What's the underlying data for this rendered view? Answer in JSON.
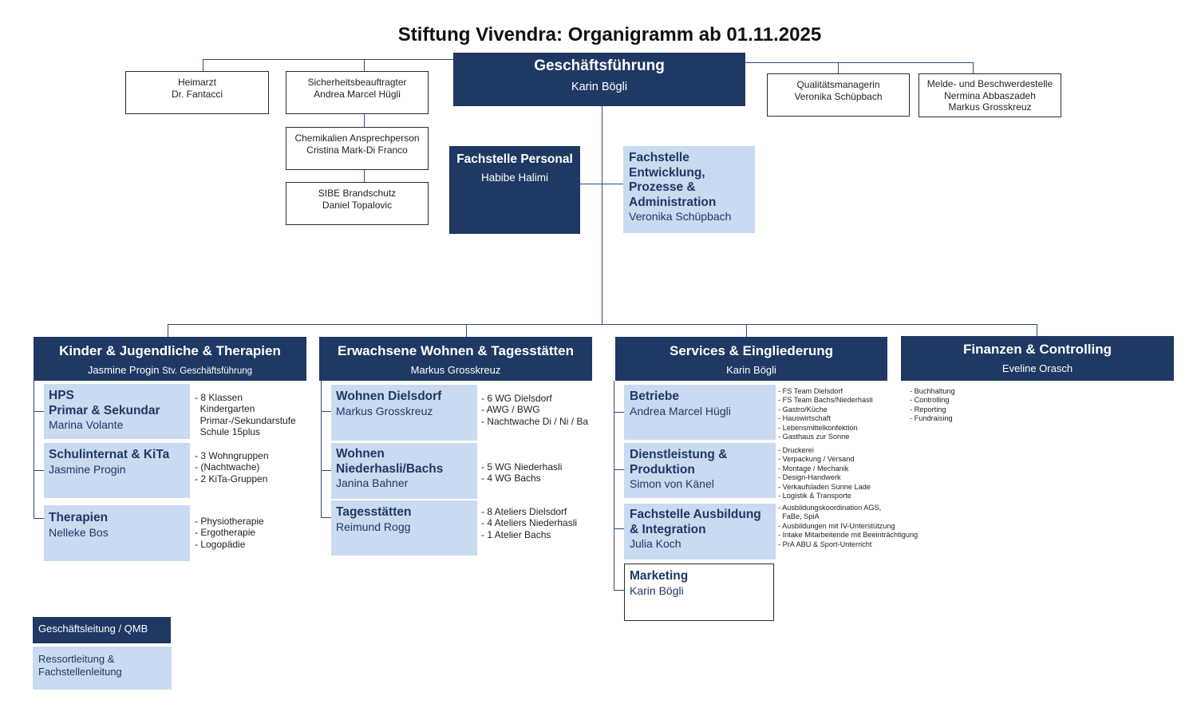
{
  "title": "Stiftung Vivendra: Organigramm ab 01.11.2025",
  "gf": {
    "title": "Geschäftsführung",
    "name": "Karin Bögli"
  },
  "heimarzt": {
    "role": "Heimarzt",
    "name": "Dr. Fantacci"
  },
  "sicherheit": {
    "role": "Sicherheitsbeauftragter",
    "name": "Andrea Marcel Hügli"
  },
  "chemikalien": {
    "role": "Chemikalien Ansprechperson",
    "name": "Cristina Mark-Di Franco"
  },
  "sibe": {
    "role": "SIBE Brandschutz",
    "name": "Daniel Topalovic"
  },
  "qualitaet": {
    "role": "Qualitätsmanagerin",
    "name": "Veronika Schüpbach"
  },
  "melde": {
    "role": "Melde- und Beschwerdestelle",
    "name1": "Nermina Abbaszadeh",
    "name2": "Markus Grosskreuz"
  },
  "personal": {
    "title": "Fachstelle Personal",
    "name": "Habibe Halimi"
  },
  "entwicklung": {
    "title_lines": [
      "Fachstelle",
      "Entwicklung,",
      "Prozesse &",
      "Administration"
    ],
    "name": "Veronika Schüpbach"
  },
  "departments": [
    {
      "title": "Kinder & Jugendliche & Therapien",
      "lead": "Jasmine Progin",
      "lead_suffix": "Stv. Geschäftsführung",
      "units": [
        {
          "title_lines": [
            "HPS",
            "Primar & Sekundar"
          ],
          "name": "Marina Volante",
          "items": [
            "- 8 Klassen",
            "  Kindergarten",
            "  Primar-/Sekundarstufe",
            "  Schule 15plus"
          ]
        },
        {
          "title_lines": [
            "Schulinternat & KiTa"
          ],
          "name": "Jasmine Progin",
          "items": [
            "- 3 Wohngruppen",
            "- (Nachtwache)",
            "- 2 KiTa-Gruppen"
          ]
        },
        {
          "title_lines": [
            "Therapien"
          ],
          "name": "Nelleke Bos",
          "items": [
            "- Physiotherapie",
            "- Ergotherapie",
            "- Logopädie"
          ]
        }
      ]
    },
    {
      "title": "Erwachsene Wohnen & Tagesstätten",
      "lead": "Markus Grosskreuz",
      "units": [
        {
          "title_lines": [
            "Wohnen Dielsdorf"
          ],
          "name": "Markus Grosskreuz",
          "items": [
            "- 6 WG Dielsdorf",
            "- AWG / BWG",
            "- Nachtwache Di / Ni / Ba"
          ]
        },
        {
          "title_lines": [
            "Wohnen",
            "Niederhasli/Bachs"
          ],
          "name": "Janina Bahner",
          "items": [
            "- 5 WG Niederhasli",
            "- 4 WG Bachs"
          ]
        },
        {
          "title_lines": [
            "Tagesstätten"
          ],
          "name": "Reimund Rogg",
          "items": [
            "- 8 Ateliers Dielsdorf",
            "- 4 Ateliers Niederhasli",
            "- 1 Atelier Bachs"
          ]
        }
      ]
    },
    {
      "title": "Services & Eingliederung",
      "lead": "Karin Bögli",
      "units": [
        {
          "title_lines": [
            "Betriebe"
          ],
          "name": "Andrea Marcel Hügli",
          "items": [
            "- FS Team Dielsdorf",
            "- FS Team Bachs/Niederhasli",
            "- Gastro/Küche",
            "- Hauswirtschaft",
            "- Lebensmittelkonfektion",
            "- Gasthaus zur Sonne"
          ]
        },
        {
          "title_lines": [
            "Dienstleistung &",
            "Produktion"
          ],
          "name": "Simon von Känel",
          "items": [
            "- Druckerei",
            "- Verpackung / Versand",
            "- Montage / Mechanik",
            "- Design-Handwerk",
            "- Verkaufsladen Sunne Lade",
            "- Logistik & Transporte"
          ]
        },
        {
          "title_lines": [
            "Fachstelle Ausbildung",
            "& Integration"
          ],
          "name": "Julia Koch",
          "items": [
            "- Ausbildungskoordination AGS,",
            "  FaBe, SpiA",
            "- Ausbildungen mit IV-Unterstützung",
            "- Intake Mitarbeitende mit Beeinträchtigung",
            "- PrA ABU & Sport-Unterricht"
          ]
        },
        {
          "title_lines": [
            "Marketing"
          ],
          "name": "Karin Bögli",
          "items": []
        }
      ]
    },
    {
      "title": "Finanzen & Controlling",
      "lead": "Eveline Orasch",
      "items": [
        "- Buchhaltung",
        "- Controlling",
        "- Reporting",
        "- Fundraising"
      ]
    }
  ],
  "legend": {
    "dark_label": "Geschäftsleitung / QMB",
    "light_label_lines": [
      "Ressortleitung &",
      "Fachstellenleitung"
    ]
  },
  "colors": {
    "dark": "#1f3864",
    "light": "#c9daf1",
    "line": "#2f4a78"
  }
}
